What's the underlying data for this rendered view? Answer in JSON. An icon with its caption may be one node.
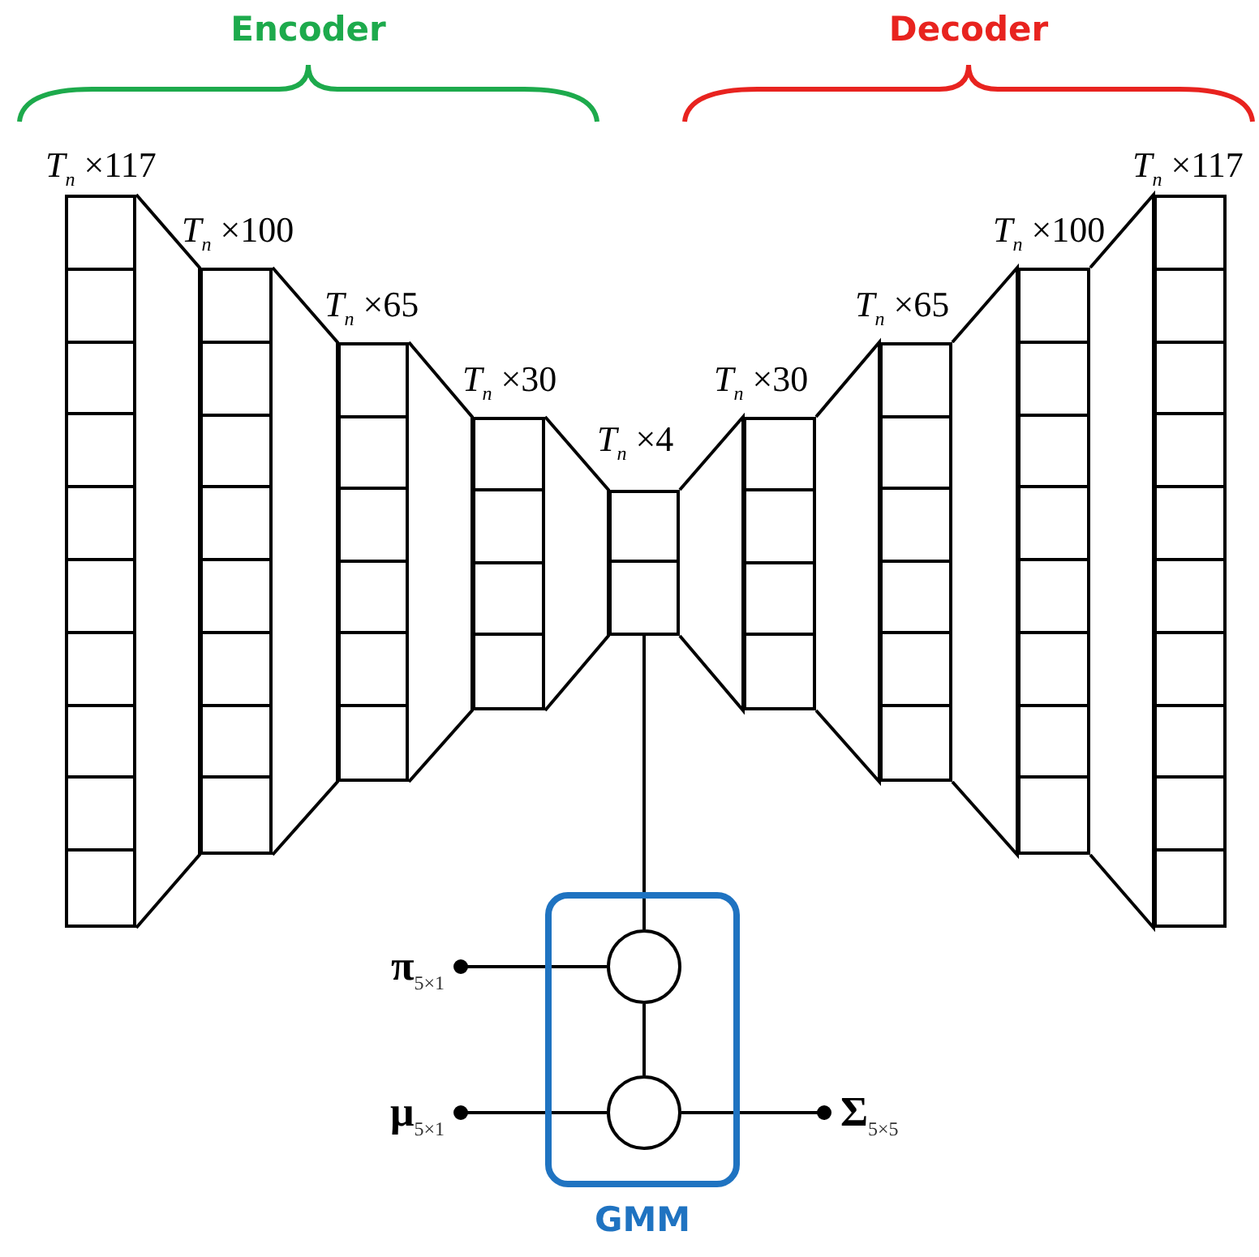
{
  "diagram": {
    "nodes": [
      {
        "text": [],
        "shape": "bar",
        "beside": [
          "*T*$_{n}$ ×117"
        ]
      },
      {
        "text": [],
        "shape": "bar",
        "beside": [
          "*T*$_{n}$ ×100"
        ]
      },
      {
        "text": [],
        "shape": "bar",
        "beside": [
          "*T*$_{n}$ ×65"
        ]
      },
      {
        "text": [],
        "shape": "bar",
        "beside": [
          "*T*$_{n}$ ×30"
        ]
      },
      {
        "text": [],
        "shape": "bar",
        "beside": [
          "*T*$_{n}$ ×4"
        ]
      },
      {
        "text": [],
        "shape": "bar",
        "beside": [
          "*T*$_{n}$ ×30"
        ]
      },
      {
        "text": [],
        "shape": "bar",
        "beside": [
          "*T*$_{n}$ ×65"
        ]
      },
      {
        "text": [],
        "shape": "bar",
        "beside": [
          "*T*$_{n}$ ×100"
        ]
      },
      {
        "text": [],
        "shape": "bar",
        "beside": [
          "*T*$_{n}$ ×117"
        ]
      },
      {
        "text": [
          "GMM"
        ]
      },
      {
        "text": [],
        "shape": "circle",
        "in": 9
      },
      {
        "text": [],
        "shape": "circle",
        "in": 9
      },
      {
        "text": [
          "**π**$_{5×1}$"
        ]
      },
      {
        "text": [
          "**μ**$_{5×1}$"
        ]
      },
      {
        "text": [
          "**Σ**$_{5×5}$"
        ]
      }
    ],
    "edges": [
      {
        "from": 0,
        "to": 1,
        "arrow": "none"
      },
      {
        "from": 1,
        "to": 2,
        "arrow": "none"
      },
      {
        "from": 2,
        "to": 3,
        "arrow": "none"
      },
      {
        "from": 3,
        "to": 4,
        "arrow": "none"
      },
      {
        "from": 4,
        "to": 5,
        "arrow": "none"
      },
      {
        "from": 5,
        "to": 6,
        "arrow": "none"
      },
      {
        "from": 6,
        "to": 7,
        "arrow": "none"
      },
      {
        "from": 7,
        "to": 8,
        "arrow": "none"
      },
      {
        "from": 4,
        "to": 10,
        "arrow": "none"
      },
      {
        "from": 12,
        "to": 10,
        "arrow": "other"
      },
      {
        "from": 10,
        "to": 11,
        "arrow": "none"
      },
      {
        "from": 13,
        "to": 11,
        "arrow": "other"
      },
      {
        "from": 14,
        "to": 11,
        "arrow": "other"
      }
    ],
    "labels": [
      "Encoder",
      "Decoder"
    ]
  }
}
